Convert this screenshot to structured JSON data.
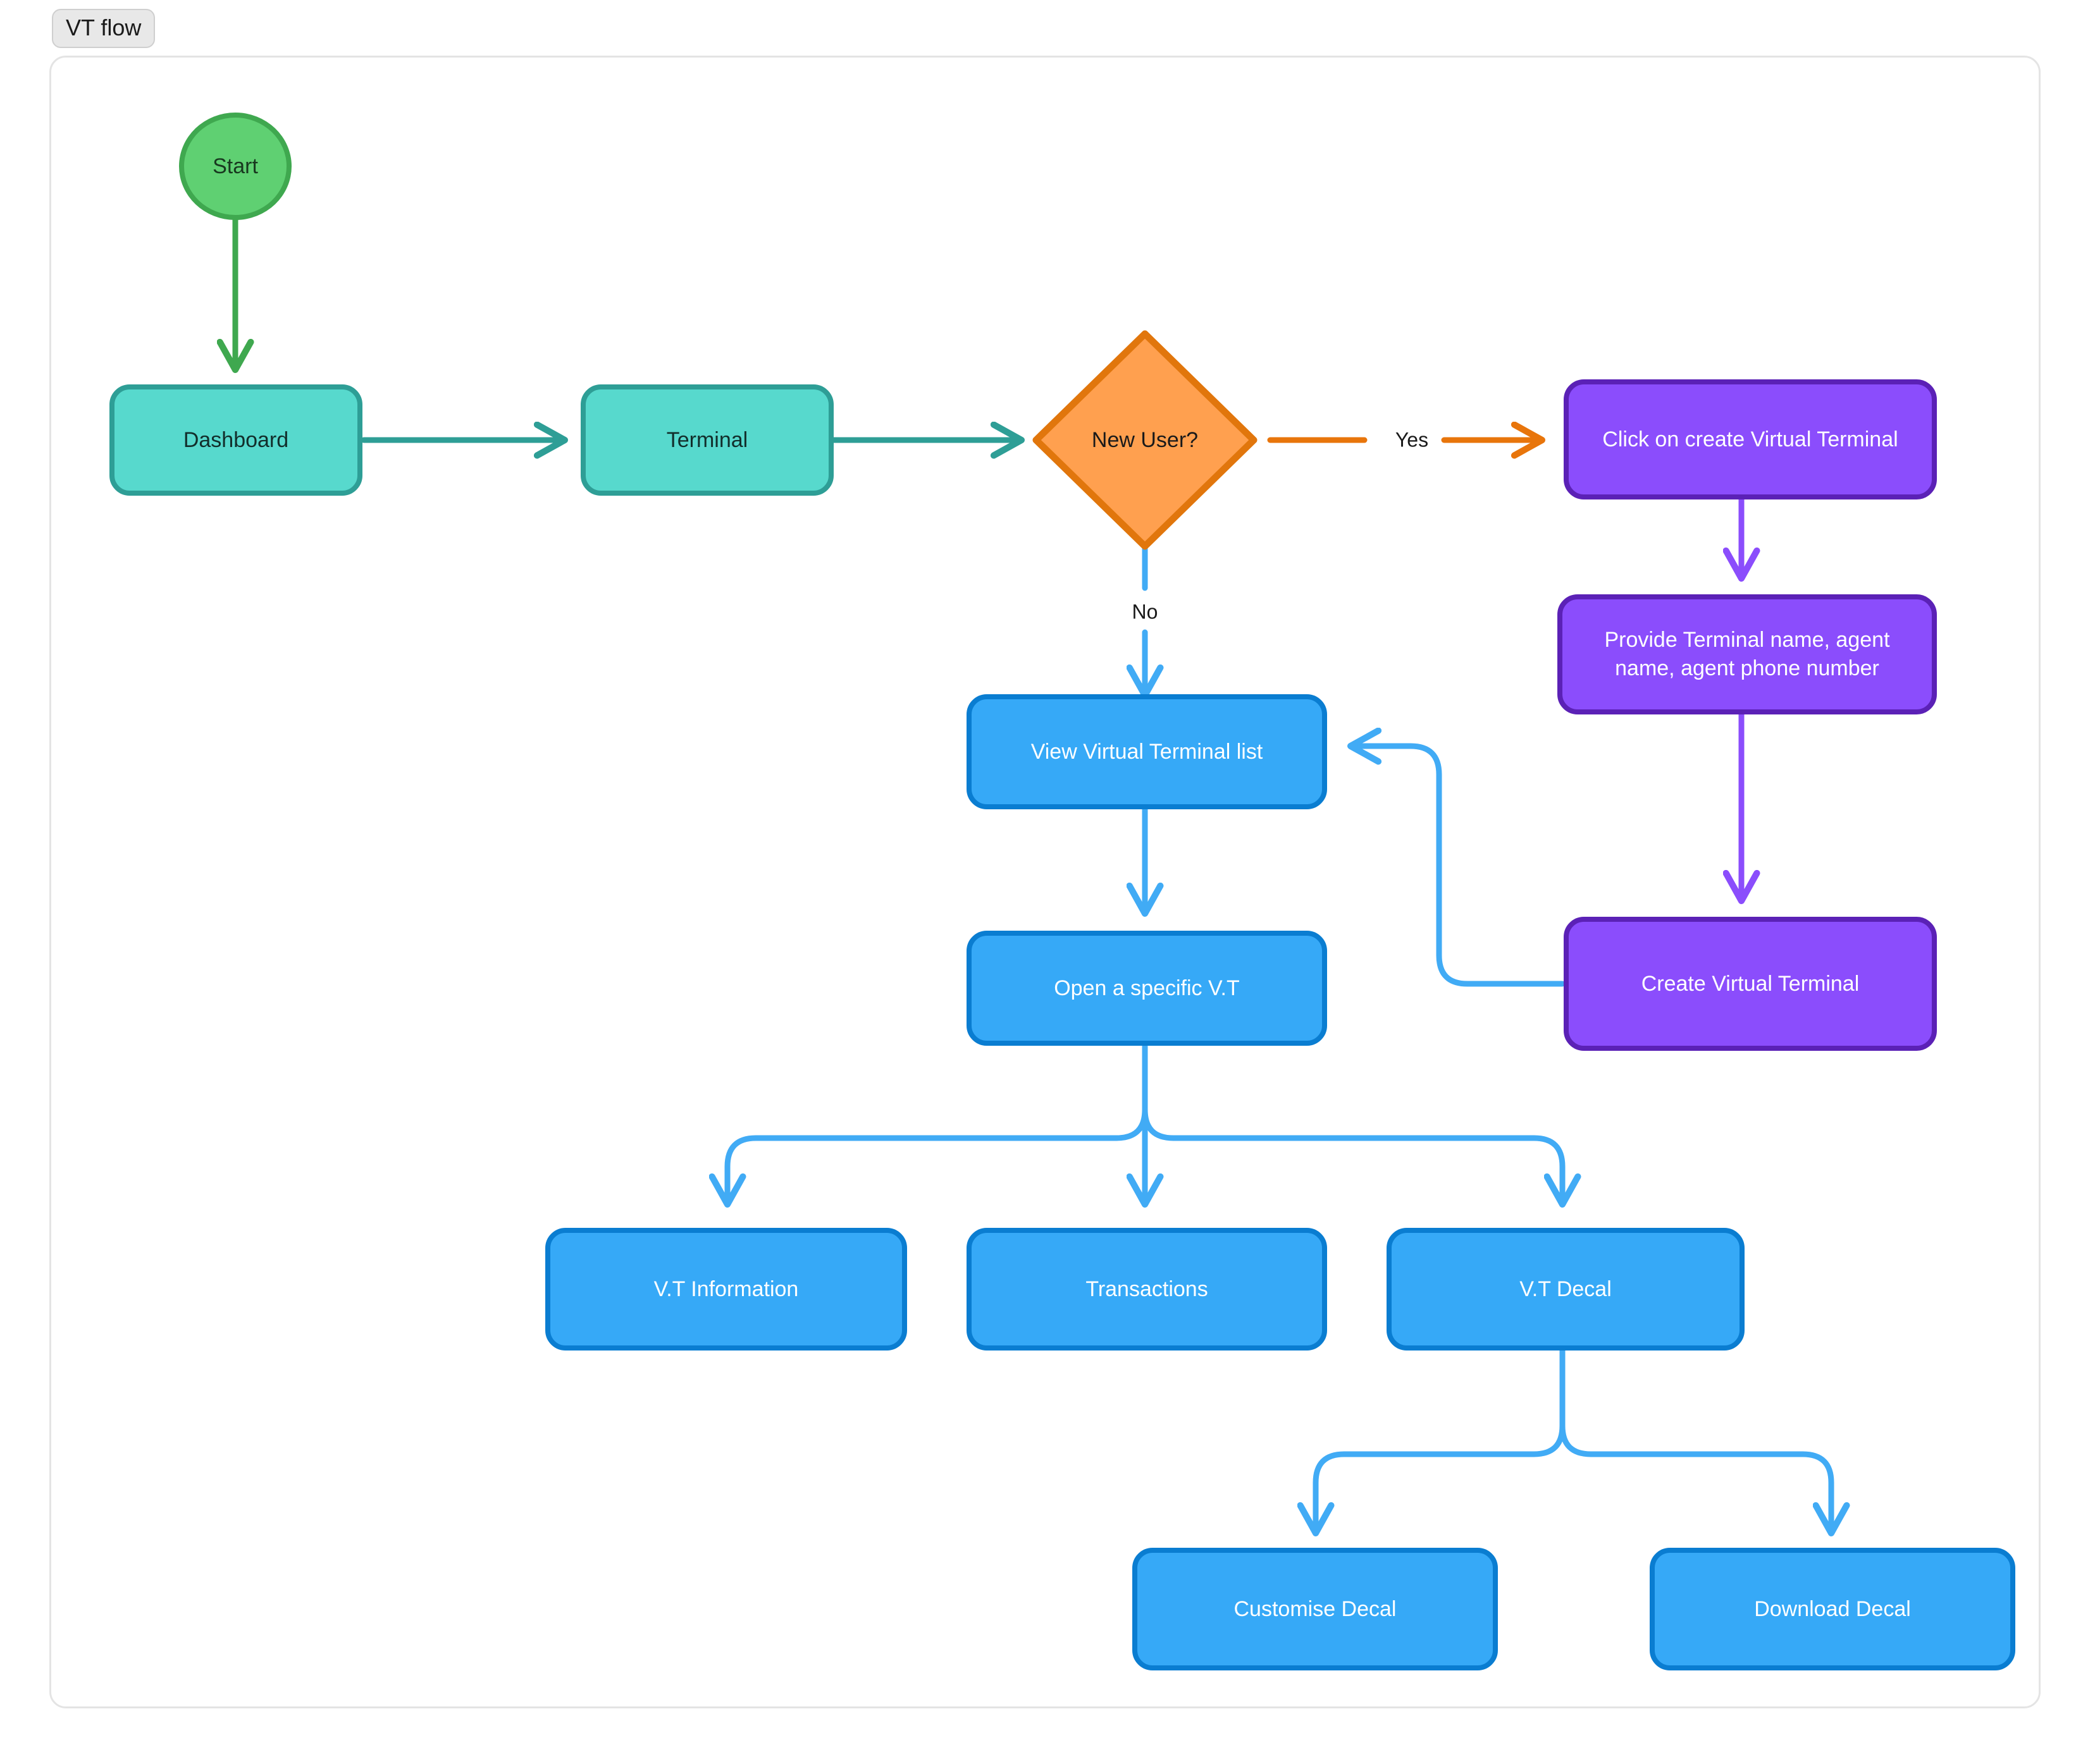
{
  "diagram": {
    "label": "VT flow",
    "title_pill": "VT flow"
  },
  "palette": {
    "start_fill": "#5FD072",
    "start_stroke": "#3FA84F",
    "teal_fill": "#57D9CD",
    "teal_stroke": "#2E9E96",
    "decision_fill": "#FFA04F",
    "decision_stroke": "#E1760C",
    "blue_fill": "#36A9F7",
    "blue_stroke": "#0A7DD1",
    "purple_fill": "#8B4DFC",
    "purple_stroke": "#5B21B6",
    "edge_green": "#3FA84F",
    "edge_teal": "#2E9E96",
    "edge_orange": "#E8750B",
    "edge_blue": "#41ABF5",
    "edge_purple": "#8B4DFC",
    "frame_border": "#e4e4e4",
    "pill_bg": "#e8e8e8"
  },
  "nodes": [
    {
      "id": "start",
      "label": "Start",
      "kind": "start",
      "shape": "ellipse"
    },
    {
      "id": "dashboard",
      "label": "Dashboard",
      "kind": "teal",
      "shape": "round"
    },
    {
      "id": "terminal",
      "label": "Terminal",
      "kind": "teal",
      "shape": "round"
    },
    {
      "id": "newuser",
      "label": "New User?",
      "kind": "decision",
      "shape": "diamond"
    },
    {
      "id": "clickcreate",
      "label": "Click on create Virtual Terminal",
      "kind": "purple",
      "shape": "round"
    },
    {
      "id": "provide",
      "label": "Provide Terminal name, agent name, agent phone number",
      "kind": "purple",
      "shape": "round"
    },
    {
      "id": "createvt",
      "label": "Create Virtual Terminal",
      "kind": "purple",
      "shape": "round"
    },
    {
      "id": "viewlist",
      "label": "View Virtual Terminal list",
      "kind": "blue",
      "shape": "round"
    },
    {
      "id": "openvt",
      "label": "Open a specific V.T",
      "kind": "blue",
      "shape": "round"
    },
    {
      "id": "vtinfo",
      "label": "V.T Information",
      "kind": "blue",
      "shape": "round"
    },
    {
      "id": "transactions",
      "label": "Transactions",
      "kind": "blue",
      "shape": "round"
    },
    {
      "id": "vtdecal",
      "label": "V.T Decal",
      "kind": "blue",
      "shape": "round"
    },
    {
      "id": "customise",
      "label": "Customise Decal",
      "kind": "blue",
      "shape": "round"
    },
    {
      "id": "download",
      "label": "Download Decal",
      "kind": "blue",
      "shape": "round"
    }
  ],
  "edges": [
    {
      "id": "e-start-dashboard",
      "from": "start",
      "to": "dashboard",
      "label": "",
      "color": "edge_green"
    },
    {
      "id": "e-dashboard-terminal",
      "from": "dashboard",
      "to": "terminal",
      "label": "",
      "color": "edge_teal"
    },
    {
      "id": "e-terminal-newuser",
      "from": "terminal",
      "to": "newuser",
      "label": "",
      "color": "edge_teal"
    },
    {
      "id": "e-newuser-clickcreate",
      "from": "newuser",
      "to": "clickcreate",
      "label": "Yes",
      "color": "edge_orange"
    },
    {
      "id": "e-newuser-viewlist",
      "from": "newuser",
      "to": "viewlist",
      "label": "No",
      "color": "edge_blue"
    },
    {
      "id": "e-clickcreate-provide",
      "from": "clickcreate",
      "to": "provide",
      "label": "",
      "color": "edge_purple"
    },
    {
      "id": "e-provide-createvt",
      "from": "provide",
      "to": "createvt",
      "label": "",
      "color": "edge_purple"
    },
    {
      "id": "e-createvt-viewlist",
      "from": "createvt",
      "to": "viewlist",
      "label": "",
      "color": "edge_blue"
    },
    {
      "id": "e-viewlist-openvt",
      "from": "viewlist",
      "to": "openvt",
      "label": "",
      "color": "edge_blue"
    },
    {
      "id": "e-openvt-vtinfo",
      "from": "openvt",
      "to": "vtinfo",
      "label": "",
      "color": "edge_blue"
    },
    {
      "id": "e-openvt-transactions",
      "from": "openvt",
      "to": "transactions",
      "label": "",
      "color": "edge_blue"
    },
    {
      "id": "e-openvt-vtdecal",
      "from": "openvt",
      "to": "vtdecal",
      "label": "",
      "color": "edge_blue"
    },
    {
      "id": "e-vtdecal-customise",
      "from": "vtdecal",
      "to": "customise",
      "label": "",
      "color": "edge_blue"
    },
    {
      "id": "e-vtdecal-download",
      "from": "vtdecal",
      "to": "download",
      "label": "",
      "color": "edge_blue"
    }
  ],
  "edge_labels": {
    "yes": "Yes",
    "no": "No"
  }
}
